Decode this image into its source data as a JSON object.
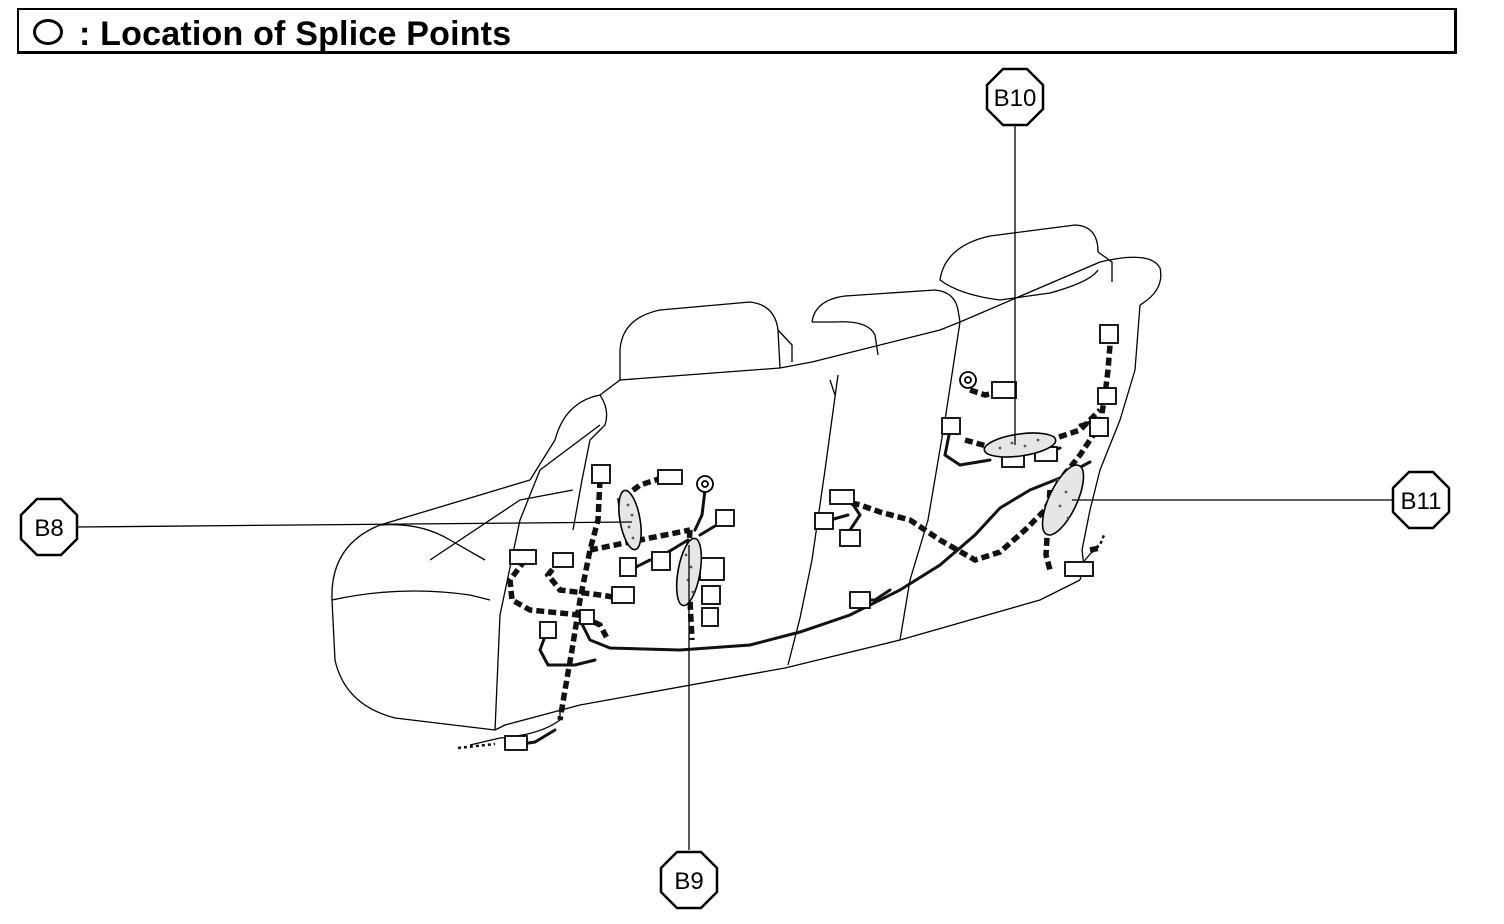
{
  "title": {
    "symbol": "circle",
    "text": ": Location of Splice Points"
  },
  "splice_points": [
    {
      "id": "b8",
      "label": "B8"
    },
    {
      "id": "b9",
      "label": "B9"
    },
    {
      "id": "b10",
      "label": "B10"
    },
    {
      "id": "b11",
      "label": "B11"
    }
  ]
}
